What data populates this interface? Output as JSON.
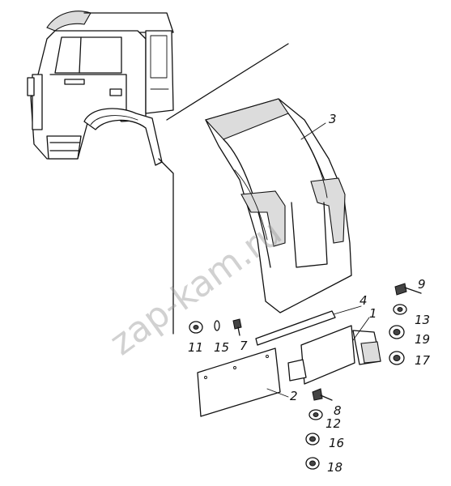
{
  "watermark": "zap-kam.ru",
  "callouts": [
    {
      "id": "1",
      "text": "1"
    },
    {
      "id": "2",
      "text": "2"
    },
    {
      "id": "3",
      "text": "3"
    },
    {
      "id": "4",
      "text": "4"
    },
    {
      "id": "7",
      "text": "7"
    },
    {
      "id": "8",
      "text": "8"
    },
    {
      "id": "9",
      "text": "9"
    },
    {
      "id": "11",
      "text": "11"
    },
    {
      "id": "12",
      "text": "12"
    },
    {
      "id": "13",
      "text": "13"
    },
    {
      "id": "15",
      "text": "15"
    },
    {
      "id": "16",
      "text": "16"
    },
    {
      "id": "17",
      "text": "17"
    },
    {
      "id": "18",
      "text": "18"
    },
    {
      "id": "19",
      "text": "19"
    }
  ]
}
